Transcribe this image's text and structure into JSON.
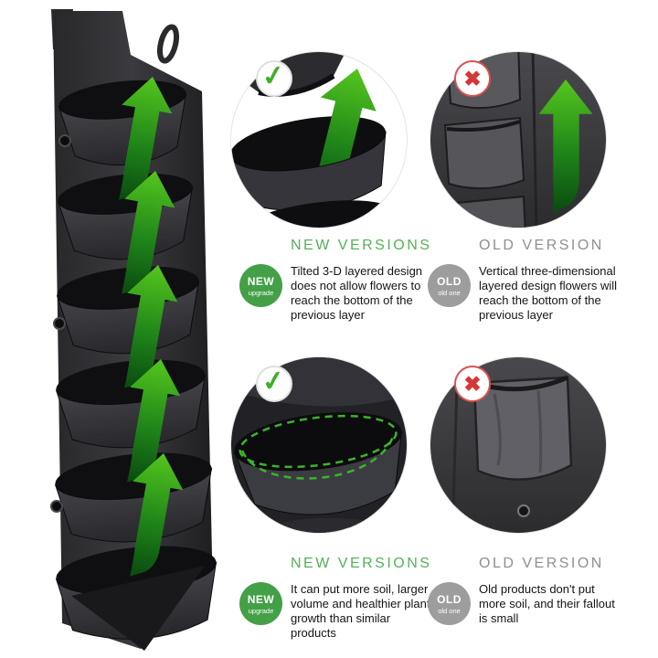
{
  "colors": {
    "heading_green": "#55b157",
    "badge_green": "#43a047",
    "heading_gray": "#8f8f8f",
    "badge_gray": "#9d9d9d",
    "check_green": "#3fae2a",
    "cross_red": "#d53636",
    "fabric_dark": "#2b2b2e",
    "arrow_green_top": "#55c61e",
    "arrow_green_bottom": "#0a4a10"
  },
  "marks": {
    "check": "✓",
    "cross": "✖"
  },
  "sections": [
    {
      "new": {
        "heading": "NEW VERSIONS",
        "badge_top": "NEW",
        "badge_bottom": "upgrade",
        "text": "Tilted 3-D layered design does not allow flowers to reach the bottom of the previous layer"
      },
      "old": {
        "heading": "OLD VERSION",
        "badge_top": "OLD",
        "badge_bottom": "old one",
        "text": "Vertical three-dimensional layered design flowers will reach the bottom of the previous layer"
      }
    },
    {
      "new": {
        "heading": "NEW VERSIONS",
        "badge_top": "NEW",
        "badge_bottom": "upgrade",
        "text": "It can put more soil, larger volume and healthier plant growth than similar products"
      },
      "old": {
        "heading": "OLD VERSION",
        "badge_top": "OLD",
        "badge_bottom": "old one",
        "text": "Old products don't put more soil, and their fallout is small"
      }
    }
  ]
}
